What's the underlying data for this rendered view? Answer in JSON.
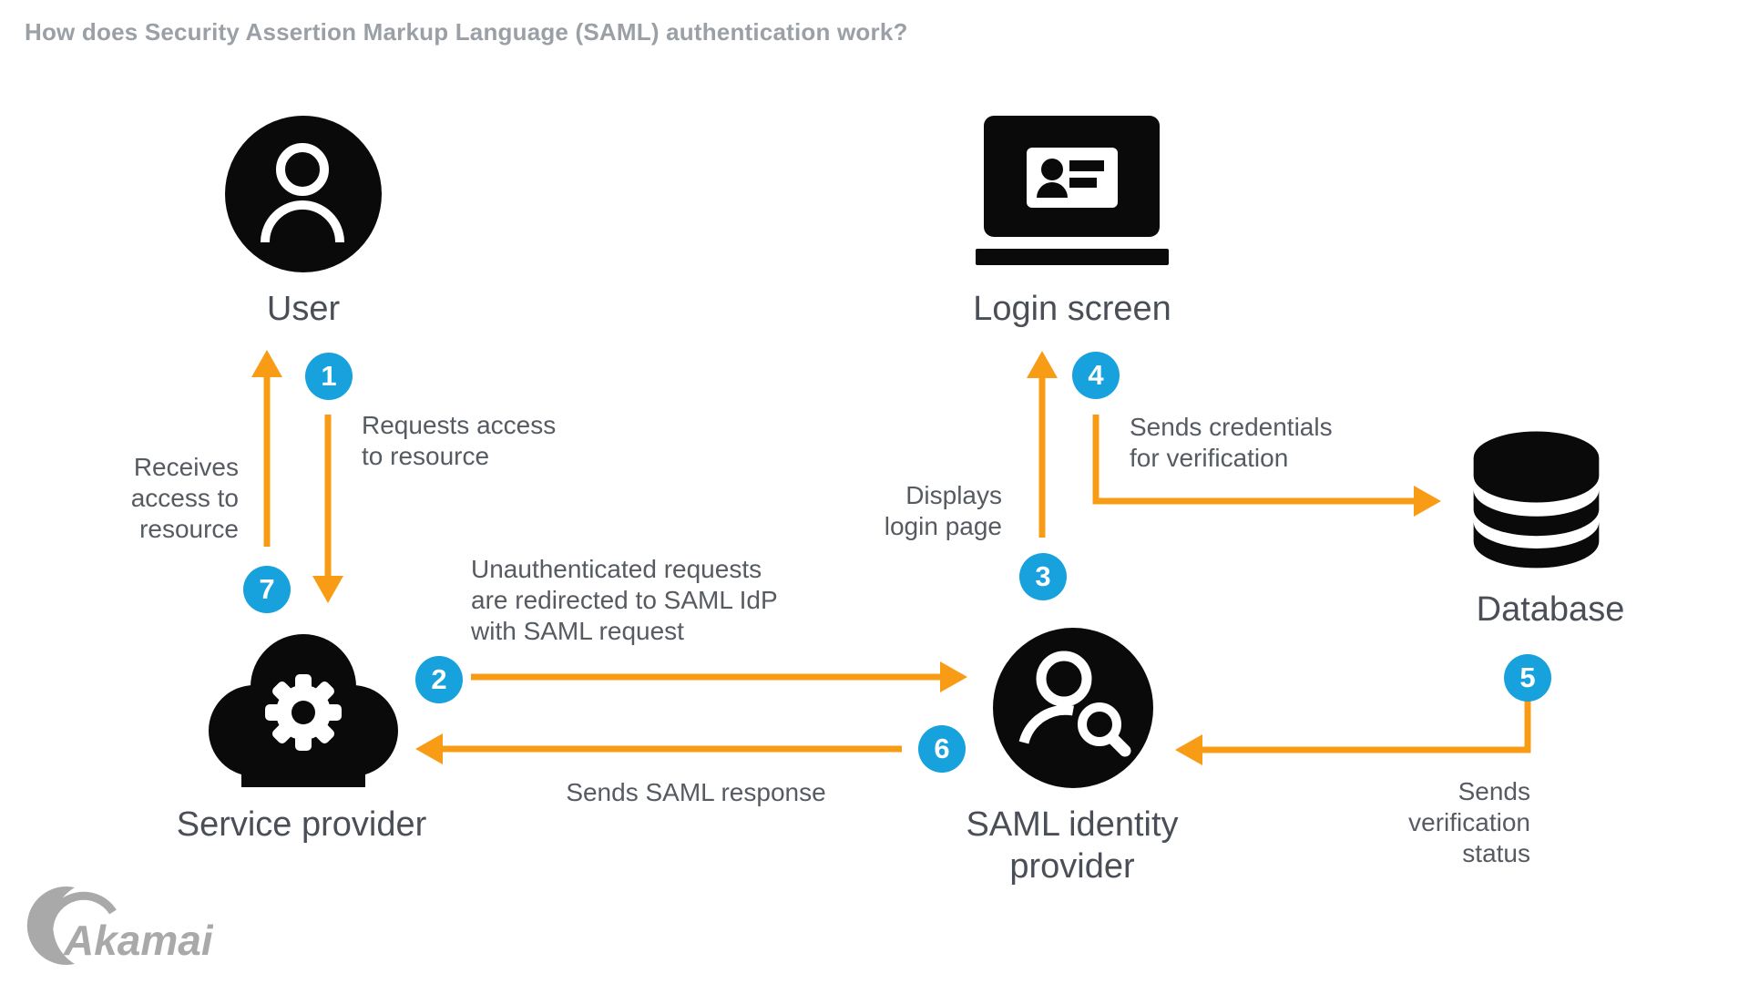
{
  "title": "How does Security Assertion Markup Language (SAML) authentication work?",
  "brand": {
    "name": "Akamai"
  },
  "colors": {
    "accent_blue": "#17a1dd",
    "accent_orange": "#f99c15",
    "icon_black": "#0a0a0a",
    "node_label_gray": "#4a4f57",
    "annotation_gray": "#565b62",
    "title_gray": "#9aa0a6",
    "logo_gray": "#a9a9a9"
  },
  "nodes": {
    "user": {
      "label": "User",
      "icon": "user-icon"
    },
    "login_screen": {
      "label": "Login screen",
      "icon": "laptop-id-card-icon"
    },
    "database": {
      "label": "Database",
      "icon": "database-icon"
    },
    "service_provider": {
      "label": "Service provider",
      "icon": "cloud-gear-icon"
    },
    "saml_idp": {
      "line1": "SAML identity",
      "line2": "provider",
      "icon": "person-search-icon"
    }
  },
  "steps": {
    "s1": {
      "num": "1",
      "lines": [
        "Requests access",
        "to resource"
      ]
    },
    "s2": {
      "num": "2",
      "lines": [
        "Unauthenticated requests",
        "are redirected to SAML IdP",
        "with SAML request"
      ]
    },
    "s3": {
      "num": "3",
      "lines": [
        "Displays",
        "login page"
      ]
    },
    "s4": {
      "num": "4",
      "lines": [
        "Sends credentials",
        "for verification"
      ]
    },
    "s5": {
      "num": "5",
      "lines": [
        "Sends verification",
        "status"
      ]
    },
    "s6": {
      "num": "6",
      "lines": [
        "Sends SAML response"
      ]
    },
    "s7": {
      "num": "7",
      "lines": [
        "Receives",
        "access to",
        "resource"
      ]
    }
  }
}
